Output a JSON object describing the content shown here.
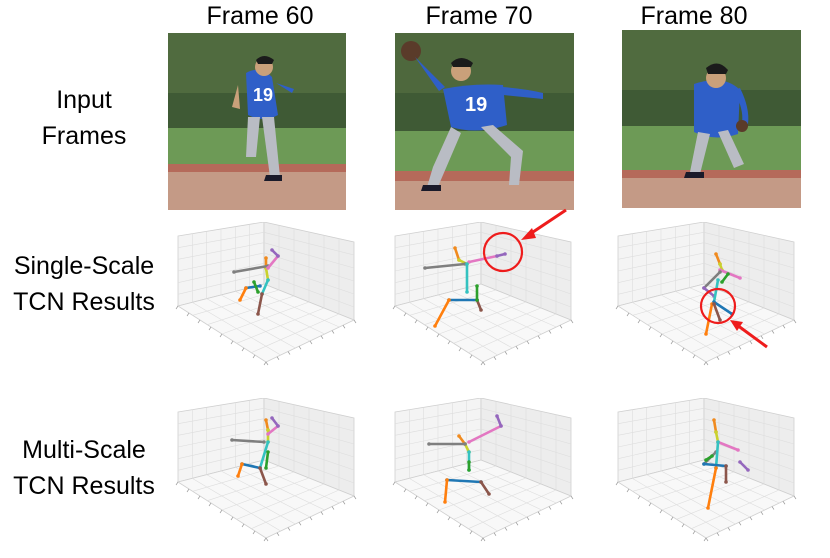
{
  "figure": {
    "columns": [
      {
        "title": "Frame 60",
        "jersey": "19"
      },
      {
        "title": "Frame 70",
        "jersey": "19"
      },
      {
        "title": "Frame 80",
        "jersey": ""
      }
    ],
    "rows": [
      {
        "label_line1": "Input",
        "label_line2": "Frames"
      },
      {
        "label_line1": "Single-Scale",
        "label_line2": "TCN Results"
      },
      {
        "label_line1": "Multi-Scale",
        "label_line2": "TCN Results"
      }
    ],
    "highlight_color": "#ee1c1c",
    "bone_colors": {
      "head": "#f08a1e",
      "neck": "#c9d22e",
      "spine": "#34c2c0",
      "left_arm": "#e377c2",
      "right_arm": "#7f7f7f",
      "left_leg": "#8c564b",
      "right_leg": "#ff7f0e",
      "hip": "#1f77b4",
      "wrist": "#9467bd",
      "knee": "#2ca02c"
    },
    "error_highlights": [
      {
        "row": "Single-Scale",
        "column": "Frame 70",
        "joint": "left wrist"
      },
      {
        "row": "Single-Scale",
        "column": "Frame 80",
        "joint": "pelvis"
      }
    ]
  }
}
